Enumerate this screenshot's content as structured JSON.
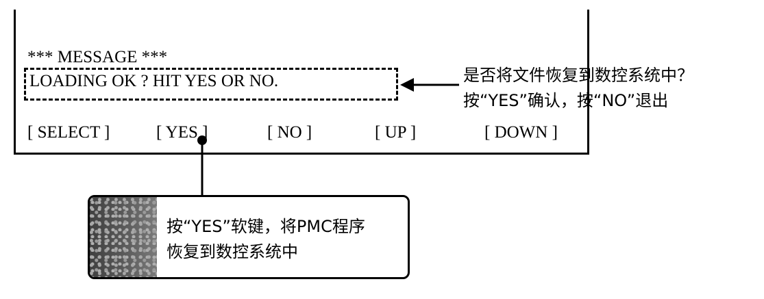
{
  "screen": {
    "message_header": "*** MESSAGE ***",
    "prompt": "LOADING OK ? HIT YES OR NO."
  },
  "softkeys": [
    {
      "label": "[ SELECT ]"
    },
    {
      "label": "[   YES   ]"
    },
    {
      "label": "[   NO   ]"
    },
    {
      "label": "[   UP   ]"
    },
    {
      "label": "[ DOWN ]"
    }
  ],
  "annotations": {
    "right_line1": "是否将文件恢复到数控系统中？",
    "right_line2": "按“YES”确认，按“NO”退出",
    "callout_line1": "按“YES”软键，将PMC程序",
    "callout_line2": "恢复到数控系统中"
  },
  "colors": {
    "ink": "#000000",
    "background": "#ffffff",
    "callout_shade": "#555555"
  }
}
